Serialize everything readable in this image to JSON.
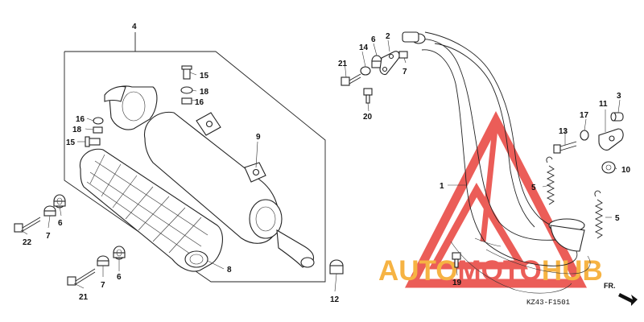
{
  "diagram": {
    "figure_code": "KZ43-F1501",
    "direction_label": "FR.",
    "watermark": {
      "text_prefix": "AUTO",
      "text_middle": "MOTO",
      "text_suffix": "HUB",
      "colors": {
        "orange": "#f5a623",
        "red": "#e8413c"
      }
    },
    "callouts": {
      "c4": "4",
      "c15a": "15",
      "c18a": "18",
      "c16a": "16",
      "c16b": "16",
      "c18b": "18",
      "c15b": "15",
      "c9": "9",
      "c6a": "6",
      "c7a": "7",
      "c22": "22",
      "c8": "8",
      "c7b": "7",
      "c6b": "6",
      "c21a": "21",
      "c12": "12",
      "c21b": "21",
      "c14": "14",
      "c6c": "6",
      "c2": "2",
      "c7c": "7",
      "c20": "20",
      "c1": "1",
      "c11": "11",
      "c3": "3",
      "c17": "17",
      "c13": "13",
      "c10": "10",
      "c5a": "5",
      "c5b": "5",
      "c19": "19"
    }
  }
}
